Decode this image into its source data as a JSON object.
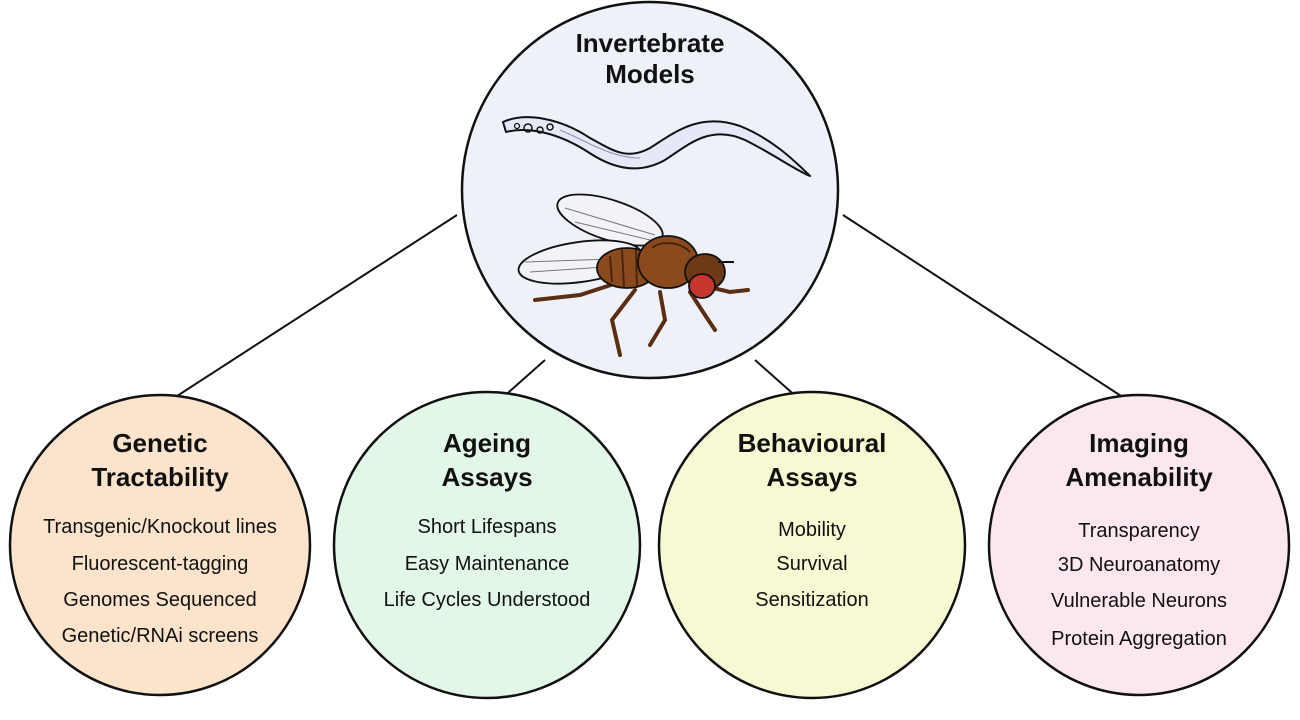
{
  "center": {
    "title_line1": "Invertebrate",
    "title_line2": "Models",
    "fill": "#eef1f8",
    "illustrations": [
      "worm-icon",
      "fly-icon"
    ]
  },
  "nodes": [
    {
      "title_line1": "Genetic",
      "title_line2": "Tractability",
      "fill": "#fce3cc",
      "items": [
        "Transgenic/Knockout lines",
        "Fluorescent-tagging",
        "Genomes Sequenced",
        "Genetic/RNAi screens"
      ]
    },
    {
      "title_line1": "Ageing",
      "title_line2": "Assays",
      "fill": "#e2f7e8",
      "items": [
        "Short Lifespans",
        "Easy Maintenance",
        "Life Cycles Understood"
      ]
    },
    {
      "title_line1": "Behavioural",
      "title_line2": "Assays",
      "fill": "#f7f9d2",
      "items": [
        "Mobility",
        "Survival",
        "Sensitization"
      ]
    },
    {
      "title_line1": "Imaging",
      "title_line2": "Amenability",
      "fill": "#fce7ee",
      "items": [
        "Transparency",
        "3D Neuroanatomy",
        "Vulnerable Neurons",
        "Protein Aggregation"
      ]
    }
  ],
  "colors": {
    "outline": "#111111",
    "worm_body": "#e6e8f7",
    "fly_body": "#8a4a1e",
    "fly_eye": "#c8372d"
  }
}
